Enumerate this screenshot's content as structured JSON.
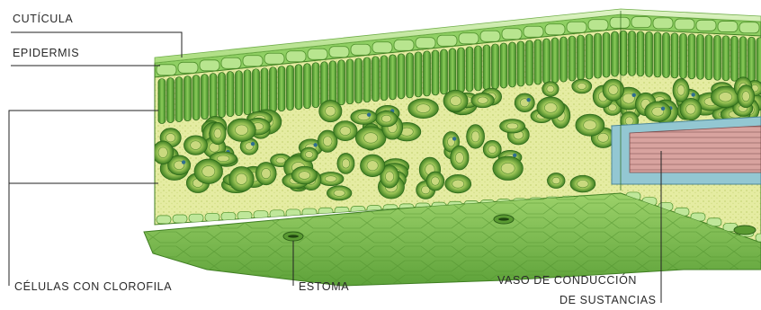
{
  "labels": {
    "cuticle": "CUTÍCULA",
    "epidermis": "EPIDERMIS",
    "chlorophyll_cells": "CÉLULAS CON CLOROFILA",
    "stoma": "ESTOMA",
    "vessel_line1": "VASO DE CONDUCCIÓN",
    "vessel_line2": "DE SUSTANCIAS"
  },
  "colors": {
    "cuticle": "#c9e9a6",
    "epidermis": "#8fcf63",
    "palisade": "#4f9a2e",
    "spongy_bg": "#e7eea7",
    "cell_outer": "#4f9a2e",
    "cell_inner": "#a8c85e",
    "vessel": "#d9a3a0",
    "vessel_sheath": "#8fc3cf",
    "lower_surface": "#7cbf4c",
    "nucleus": "#2f6e8f"
  }
}
